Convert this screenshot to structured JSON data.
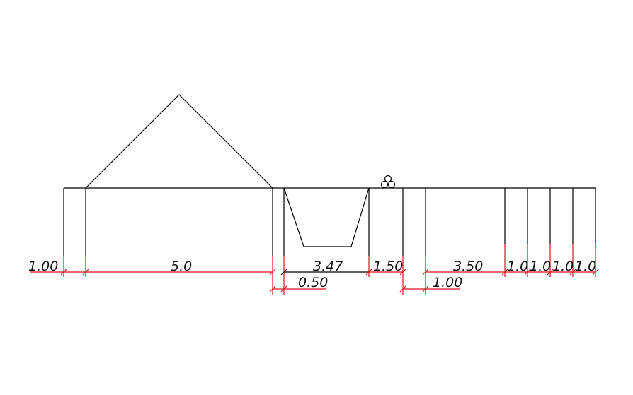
{
  "colors": {
    "outline": "#000000",
    "dimension": "#e0101a"
  },
  "dimensions": {
    "d1": "1.00",
    "d2": "5.0",
    "d3": "3.47",
    "d4": "0.50",
    "d5": "1.50",
    "d6": "1.00",
    "d7": "3.50",
    "d8": "1.0",
    "d9": "1.0",
    "d10": "1.0",
    "d11": "1.0"
  },
  "icons": {
    "tree_symbol": "circles-icon"
  }
}
